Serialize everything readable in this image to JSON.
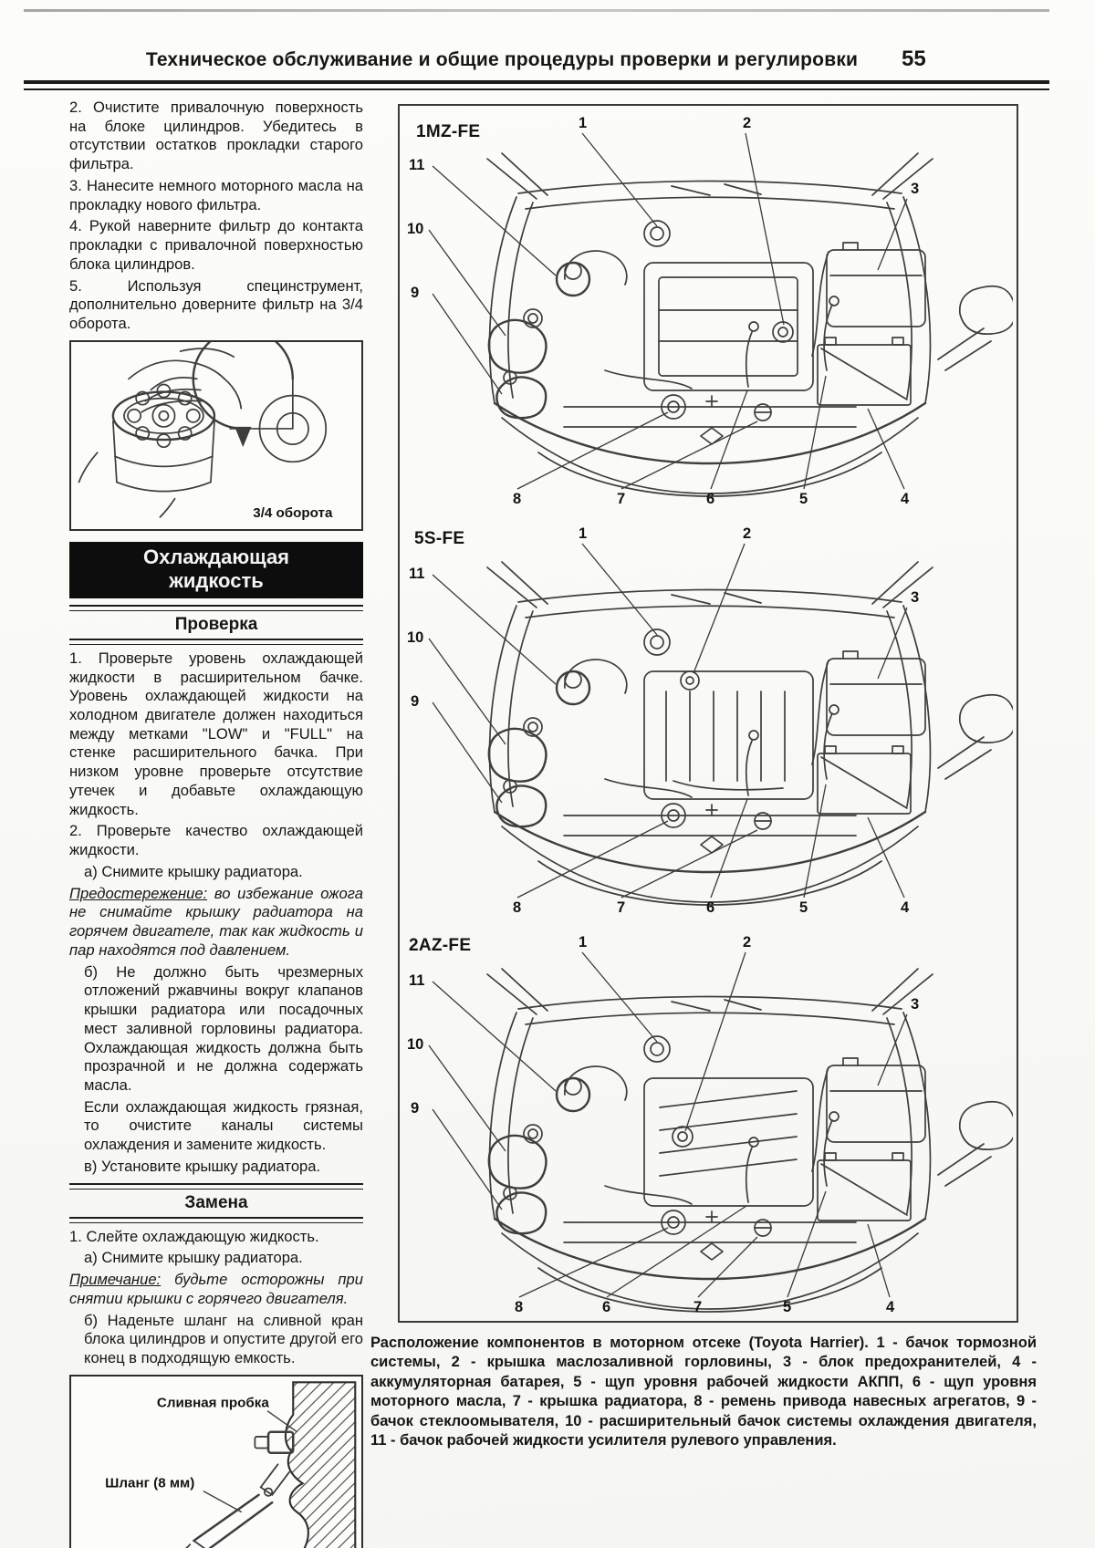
{
  "colors": {
    "paper": "#fbfbf9",
    "ink": "#161616",
    "banner_bg": "#0d0d0d",
    "banner_text": "#f4f4f2",
    "line_art": "#3e3e3e"
  },
  "header": {
    "title": "Техническое обслуживание и общие процедуры проверки и регулировки",
    "page_number": "55"
  },
  "left_column": {
    "intro": {
      "p1": "2. Очистите привалочную поверхность на блоке цилиндров. Убедитесь в отсутствии остатков прокладки старого фильтра.",
      "p2": "3. Нанесите немного моторного масла на прокладку нового фильтра.",
      "p3": "4. Рукой наверните фильтр до контакта прокладки с привалочной поверхностью блока цилиндров.",
      "p4": "5. Используя специнструмент, дополнительно доверните фильтр на 3/4 оборота."
    },
    "filter_figure": {
      "label": "3/4 оборота"
    },
    "banner": {
      "line1": "Охлаждающая",
      "line2": "жидкость"
    },
    "check": {
      "title": "Проверка",
      "p1": "1. Проверьте уровень охлаждающей жидкости в расширительном бачке. Уровень охлаждающей жидкости на холодном двигателе должен находиться между метками \"LOW\" и \"FULL\" на стенке расширительного бачка. При низком уровне проверьте отсутствие утечек и добавьте охлаждающую жидкость.",
      "p2": "2. Проверьте качество охлаждающей жидкости.",
      "p3": "а) Снимите крышку радиатора.",
      "warning_lead": "Предостережение:",
      "warning_rest": " во избежание ожога не снимайте крышку радиатора на горячем двигателе, так как жидкость и пар находятся под давлением.",
      "p5": "б) Не должно быть чрезмерных отложений ржавчины вокруг клапанов крышки радиатора или посадочных мест заливной горловины радиатора. Охлаждающая жидкость должна быть прозрачной и не должна содержать масла.",
      "p6": "Если охлаждающая жидкость грязная, то очистите каналы системы охлаждения и замените жидкость.",
      "p7": "в) Установите крышку радиатора."
    },
    "replace": {
      "title": "Замена",
      "p1": "1. Слейте охлаждающую жидкость.",
      "p2": "а) Снимите крышку радиатора.",
      "note_lead": "Примечание:",
      "note_rest": " будьте осторожны при снятии крышки с горячего двигателя.",
      "p4": "б) Наденьте шланг на сливной кран блока цилиндров и опустите другой его конец в подходящую емкость."
    },
    "drain_figure": {
      "plug_label": "Сливная пробка",
      "hose_label": "Шланг (8 мм)"
    }
  },
  "diagrams": {
    "engines": [
      {
        "label": "1MZ-FE",
        "callouts": {
          "c1": "1",
          "c2": "2",
          "c3": "3",
          "c11": "11",
          "c10": "10",
          "c9": "9",
          "b1": "8",
          "b2": "7",
          "b3": "6",
          "b4": "5",
          "b5": "4"
        }
      },
      {
        "label": "5S-FE",
        "callouts": {
          "c1": "1",
          "c2": "2",
          "c3": "3",
          "c11": "11",
          "c10": "10",
          "c9": "9",
          "b1": "8",
          "b2": "7",
          "b3": "6",
          "b4": "5",
          "b5": "4"
        }
      },
      {
        "label": "2AZ-FE",
        "callouts": {
          "c1": "1",
          "c2": "2",
          "c3": "3",
          "c11": "11",
          "c10": "10",
          "c9": "9",
          "b1": "8",
          "b2": "6",
          "b3": "7",
          "b4": "5",
          "b5": "4"
        }
      }
    ],
    "caption": "Расположение компонентов в моторном отсеке (Toyota Harrier). 1 - бачок тормозной системы, 2 - крышка маслозаливной горловины, 3 - блок предохранителей, 4 - аккумуляторная батарея, 5 - щуп уровня рабочей жидкости АКПП, 6 - щуп уровня моторного масла, 7 - крышка радиатора, 8 - ремень привода навесных агрегатов, 9 - бачок стеклоомывателя, 10 - расширительный бачок системы охлаждения двигателя, 11 - бачок рабочей жидкости усилителя рулевого управления."
  }
}
